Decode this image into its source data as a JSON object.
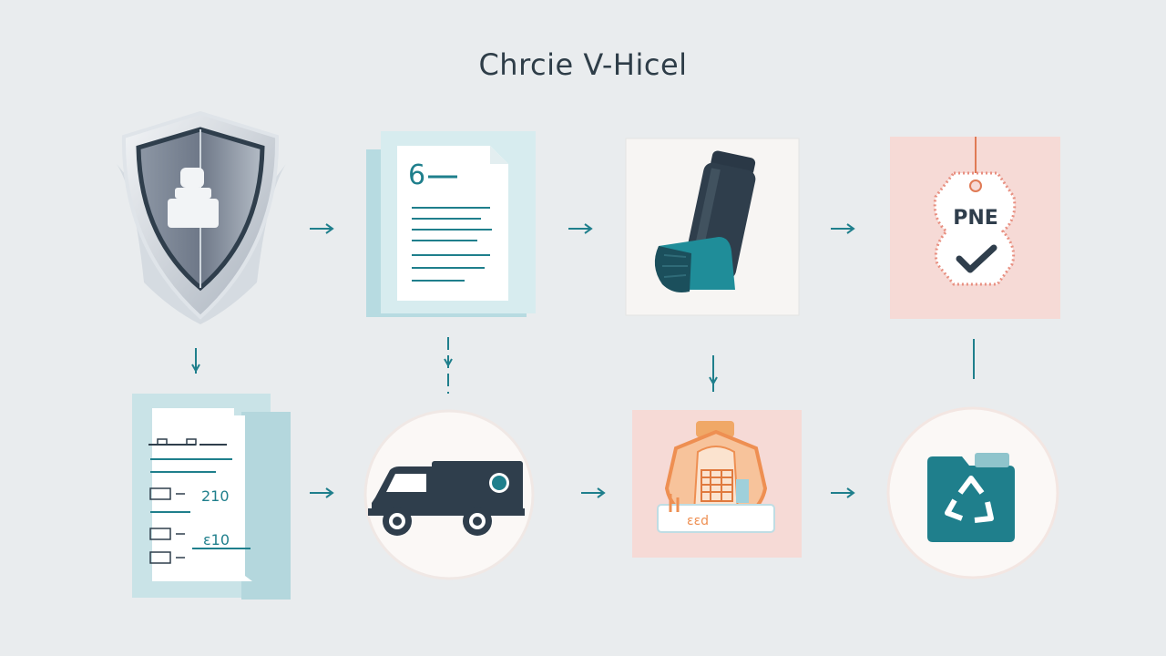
{
  "title": "Chrcie V-Hicel",
  "colors": {
    "background": "#e9ecee",
    "teal": "#1f7f8c",
    "navy": "#2f3e4c",
    "light_blue": "#bcdde3",
    "pink": "#f6d9d6",
    "orange": "#f0a867"
  },
  "nodes": {
    "shield": {
      "icon": "shield-icon"
    },
    "document": {
      "icon": "document-icon",
      "glyph": "6"
    },
    "inhaler": {
      "icon": "inhaler-icon"
    },
    "tag": {
      "icon": "price-tag-icon",
      "text": "PNE"
    },
    "report": {
      "icon": "report-icon",
      "value1": "210",
      "value2": "ɛ10"
    },
    "truck": {
      "icon": "delivery-truck-icon"
    },
    "package": {
      "icon": "pharmacy-package-icon",
      "text": "ɛɛd"
    },
    "recycle": {
      "icon": "recycle-folder-icon"
    }
  }
}
